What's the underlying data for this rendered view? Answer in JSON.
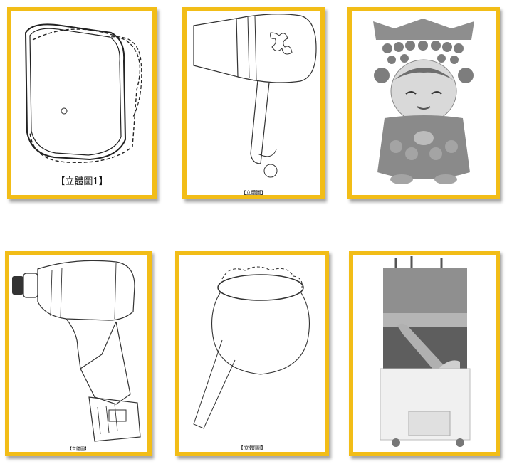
{
  "colors": {
    "frame": "#f2bd17",
    "line": "#222222",
    "photo_gray": "#9a9a9a"
  },
  "figures": [
    {
      "subject": "pillow-design-drawing",
      "caption": "【立體圖1】"
    },
    {
      "subject": "hair-dryer-design-drawing",
      "caption": "【立體圖】"
    },
    {
      "subject": "figurine-photo",
      "caption": ""
    },
    {
      "subject": "impact-driver-design-drawing",
      "caption": "【立體圖】"
    },
    {
      "subject": "nasal-rinse-pot-design-drawing",
      "caption": "【立體圖】"
    },
    {
      "subject": "robot-cart-photo",
      "caption": ""
    }
  ]
}
